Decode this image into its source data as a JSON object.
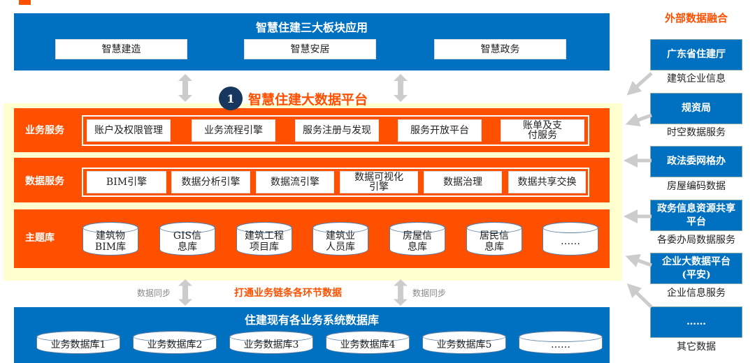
{
  "apps": {
    "title": "智慧住建三大板块应用",
    "items": [
      "智慧建造",
      "智慧安居",
      "智慧政务"
    ]
  },
  "platform": {
    "number": "1",
    "title": "智慧住建大数据平台"
  },
  "business": {
    "label": "业务服务",
    "items": [
      "账户及权限管理",
      "业务流程引擎",
      "服务注册与发现",
      "服务开放平台",
      "账单及支付服务"
    ]
  },
  "data_services": {
    "label": "数据服务",
    "items": [
      "BIM引擎",
      "数据分析引擎",
      "数据流引擎",
      "数据可视化引擎",
      "数据治理",
      "数据共享交换"
    ]
  },
  "topics": {
    "label": "主题库",
    "items": [
      "建筑物BIM库",
      "GIS信息库",
      "建筑工程项目库",
      "建筑业人员库",
      "房屋信息库",
      "居民信息库",
      "……"
    ]
  },
  "sync": {
    "left": "数据同步",
    "right": "数据同步",
    "center": "打通业务链条各环节数据"
  },
  "existing": {
    "title": "住建现有各业务系统数据库",
    "items": [
      "业务数据库1",
      "业务数据库2",
      "业务数据库3",
      "业务数据库4",
      "业务数据库5",
      "……"
    ]
  },
  "external": {
    "title": "外部数据融合",
    "sources": [
      {
        "name": "广东省住建厅",
        "caption": "建筑企业信息"
      },
      {
        "name": "规资局",
        "caption": "时空数据服务"
      },
      {
        "name": "政法委网格办",
        "caption": "房屋编码数据"
      },
      {
        "name": "政务信息资源共享平台",
        "caption": "各委办局数据服务"
      },
      {
        "name": "企业大数据平台(平安)",
        "caption": "企业信息服务"
      },
      {
        "name": "……",
        "caption": "其它数据"
      }
    ]
  },
  "colors": {
    "blue": "#0070c0",
    "orange": "#ff5000",
    "panel": "#ffffd0",
    "arrow": "#cccccc"
  }
}
